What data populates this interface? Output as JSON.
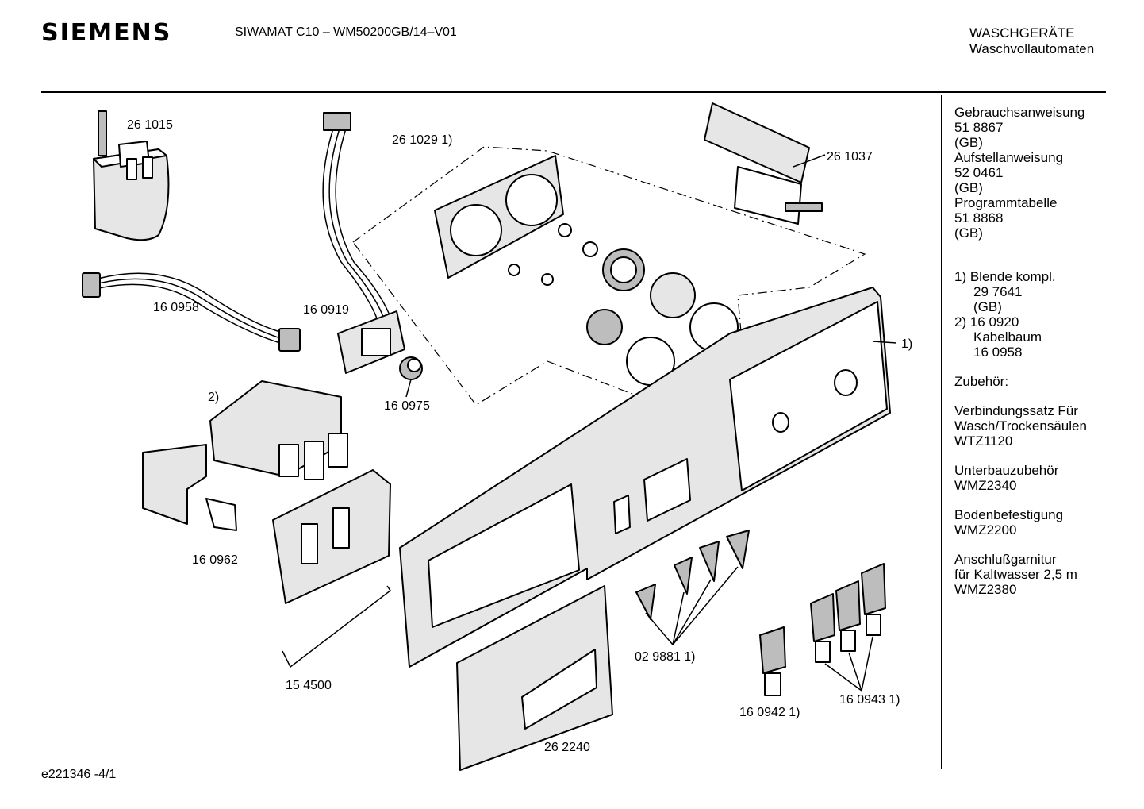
{
  "header": {
    "brand": "SIEMENS",
    "model": "SIWAMAT C10 – WM50200GB/14–V01",
    "category_line1": "WASCHGERÄTE",
    "category_line2": "Waschvollautomaten"
  },
  "parts": [
    {
      "id": "261015",
      "label": "26 1015"
    },
    {
      "id": "160958",
      "label": "16 0958"
    },
    {
      "id": "160919",
      "label": "16 0919"
    },
    {
      "id": "2611029",
      "label": "26 1029 1)"
    },
    {
      "id": "261037",
      "label": "26 1037"
    },
    {
      "id": "note2",
      "label": "2)"
    },
    {
      "id": "160975",
      "label": "16 0975"
    },
    {
      "id": "160962",
      "label": "16 0962"
    },
    {
      "id": "154500",
      "label": "15 4500"
    },
    {
      "id": "panel",
      "label": "1)"
    },
    {
      "id": "029881",
      "label": "02 9881 1)"
    },
    {
      "id": "262240",
      "label": "26 2240"
    },
    {
      "id": "160942",
      "label": "16 0942 1)"
    },
    {
      "id": "160943",
      "label": "16 0943 1)"
    }
  ],
  "sidebar": {
    "docs": [
      "Gebrauchsanweisung",
      "51 8867",
      "(GB)",
      "Aufstellanweisung",
      "52 0461",
      "(GB)",
      "Programmtabelle",
      "51 8868",
      "(GB)"
    ],
    "notes": [
      {
        "text": "1) Blende kompl.",
        "indent": false
      },
      {
        "text": "29 7641",
        "indent": true
      },
      {
        "text": "(GB)",
        "indent": true
      },
      {
        "text": "2) 16 0920",
        "indent": false
      },
      {
        "text": "Kabelbaum",
        "indent": true
      },
      {
        "text": "16 0958",
        "indent": true
      }
    ],
    "accessories_title": "Zubehör:",
    "accessories": [
      [
        "Verbindungssatz Für",
        "Wasch/Trockensäulen",
        "WTZ1120"
      ],
      [
        "Unterbauzubehör",
        "WMZ2340"
      ],
      [
        "Bodenbefestigung",
        "WMZ2200"
      ],
      [
        "Anschlußgarnitur",
        "für Kaltwasser 2,5 m",
        "WMZ2380"
      ]
    ]
  },
  "footer": {
    "code": "e221346 -4/1"
  }
}
